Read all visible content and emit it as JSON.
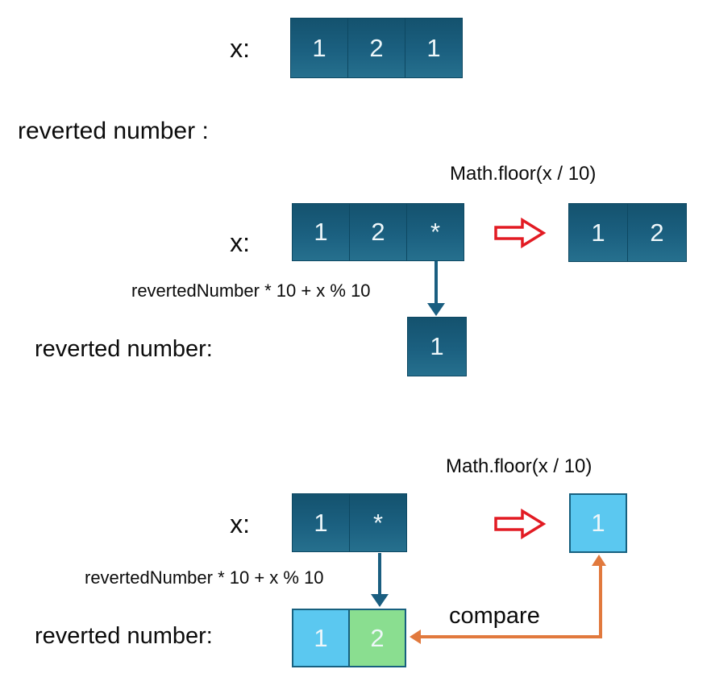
{
  "colors": {
    "cell_dark_top": "#14526e",
    "cell_dark_bottom": "#26708e",
    "cell_dark_border": "#0d4862",
    "cell_blue": "#5bc8f0",
    "cell_green": "#8ade90",
    "cell_light_border": "#17607f",
    "red_arrow": "#e21b23",
    "orange_arrow": "#e1793d",
    "teal_arrow": "#1a5e80",
    "text": "#0b0b0b"
  },
  "section_initial": {
    "x_label": "x:",
    "x_cells": [
      "1",
      "2",
      "1"
    ],
    "reverted_label": "reverted number :"
  },
  "section_step1": {
    "floor_label": "Math.floor(x / 10)",
    "x_label": "x:",
    "x_cells": [
      "1",
      "2",
      "*"
    ],
    "result_cells": [
      "1",
      "2"
    ],
    "formula_label": "revertedNumber * 10 + x % 10",
    "reverted_label": "reverted number:",
    "reverted_cells": [
      "1"
    ]
  },
  "section_step2": {
    "floor_label": "Math.floor(x / 10)",
    "x_label": "x:",
    "x_cells": [
      "1",
      "*"
    ],
    "result_cells": [
      "1"
    ],
    "formula_label": "revertedNumber * 10 + x % 10",
    "reverted_label": "reverted number:",
    "reverted_cells": [
      "1",
      "2"
    ],
    "compare_label": "compare"
  }
}
